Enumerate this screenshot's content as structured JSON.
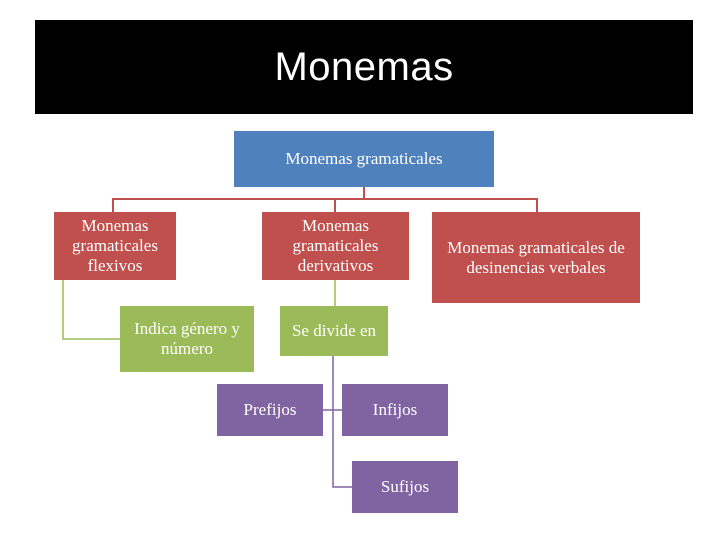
{
  "title": "Monemas",
  "nodes": {
    "root": "Monemas gramaticales",
    "flexivos": "Monemas gramaticales flexivos",
    "derivativos": "Monemas gramaticales derivativos",
    "desinencias": "Monemas gramaticales de desinencias verbales",
    "indica": "Indica género y número",
    "divide": "Se divide en",
    "prefijos": "Prefijos",
    "infijos": "Infijos",
    "sufijos": "Sufijos"
  },
  "colors": {
    "root": "#4f81bd",
    "level1": "#c0504d",
    "level2": "#9bbb59",
    "level3": "#8064a2",
    "connector_red": "#c0504d",
    "connector_green": "#9bbb59",
    "connector_purple": "#8064a2"
  }
}
